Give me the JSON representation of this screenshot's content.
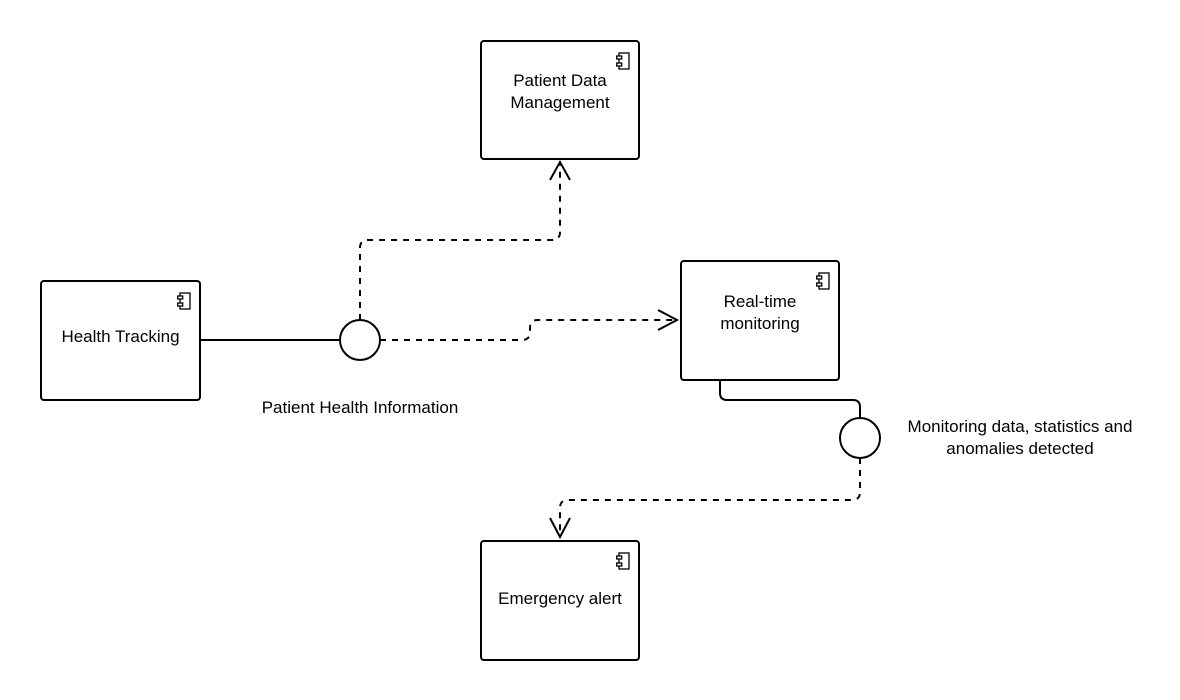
{
  "components": {
    "patient_data_management": {
      "label_line1": "Patient Data",
      "label_line2": "Management",
      "icon": "component-icon"
    },
    "health_tracking": {
      "label": "Health Tracking",
      "icon": "component-icon"
    },
    "real_time_monitoring": {
      "label_line1": "Real-time",
      "label_line2": "monitoring",
      "icon": "component-icon"
    },
    "emergency_alert": {
      "label": "Emergency alert",
      "icon": "component-icon"
    }
  },
  "interfaces": {
    "patient_health_information": "Patient Health Information",
    "monitoring_data_line1": "Monitoring data, statistics and",
    "monitoring_data_line2": "anomalies detected"
  }
}
